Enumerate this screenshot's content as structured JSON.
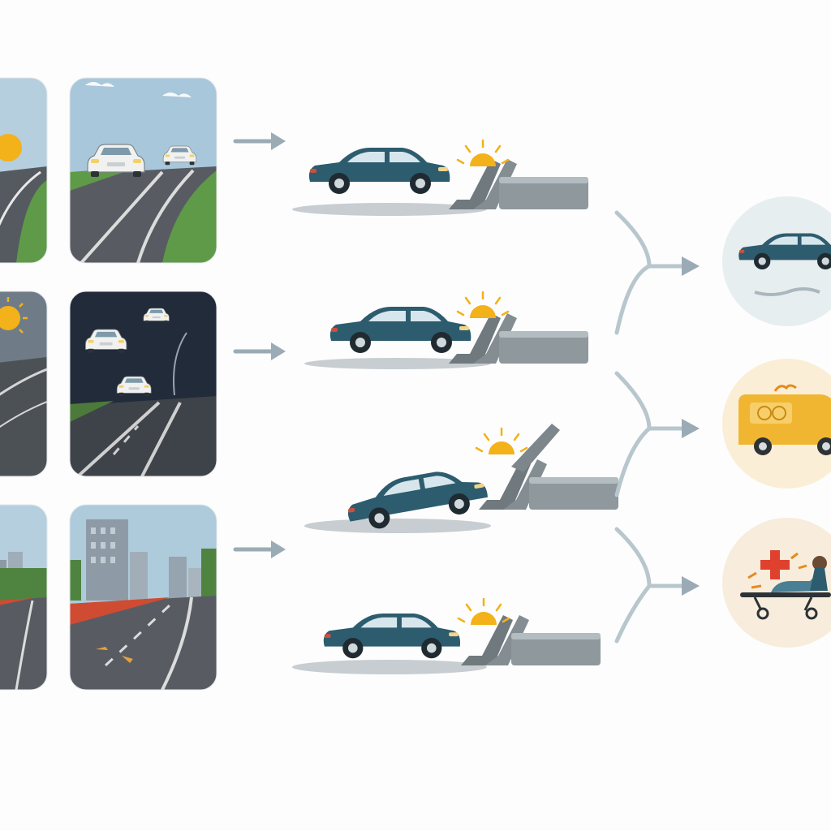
{
  "colors": {
    "background": "#fdfdfd",
    "sky_day": "#a9c7da",
    "sky_night": "#222b3a",
    "road": "#4f5257",
    "grass": "#5f9a48",
    "car_teal": "#2d5c6e",
    "car_white": "#f1f1ef",
    "barrier": "#8a9499",
    "sun": "#f3b11a",
    "arrow": "#9aabb5",
    "circle_bg": "#e6eef0",
    "circle_warm": "#fbeed6",
    "ambulance": "#f0b632",
    "medical_cross": "#e0412f"
  },
  "scene_panels": [
    {
      "id": "road-day-sun",
      "condition": "clear-day"
    },
    {
      "id": "road-day-traffic",
      "condition": "clear-day"
    },
    {
      "id": "road-storm-sun",
      "condition": "storm"
    },
    {
      "id": "road-night-traffic",
      "condition": "night"
    },
    {
      "id": "road-city-edge",
      "condition": "city"
    },
    {
      "id": "road-city-debris",
      "condition": "city"
    }
  ],
  "collision_stages": [
    {
      "id": "car-approaches-barrier"
    },
    {
      "id": "car-hits-barrier"
    },
    {
      "id": "car-ramps-barrier"
    },
    {
      "id": "car-stopped-barrier"
    }
  ],
  "outcomes": [
    {
      "id": "vehicle-drives-away",
      "icon": "car-icon"
    },
    {
      "id": "ambulance-response",
      "icon": "ambulance-icon"
    },
    {
      "id": "patient-stretcher",
      "icon": "medical-cross-icon"
    }
  ]
}
